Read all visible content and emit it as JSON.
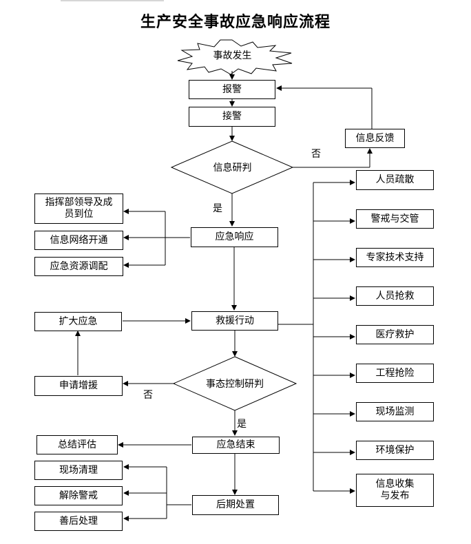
{
  "title": "生产安全事故应急响应流程",
  "nodes": {
    "accident": "事故发生",
    "alarm": "报警",
    "receive": "接警",
    "feedback": "信息反馈",
    "research": "信息研判",
    "response": "应急响应",
    "left_top": [
      "指挥部领导及成\n员到位",
      "信息网络开通",
      "应急资源调配"
    ],
    "expand": "扩大应急",
    "rescue": "救援行动",
    "request": "申请增援",
    "control": "事态控制研判",
    "end": "应急结束",
    "summary": "总结评估",
    "left_bottom": [
      "现场清理",
      "解除警戒",
      "善后处理"
    ],
    "aftermath": "后期处置",
    "right": [
      "人员疏散",
      "警戒与交管",
      "专家技术支持",
      "人员抢救",
      "医疗救护",
      "工程抢险",
      "现场监测",
      "环境保护",
      "信息收集\n与发布"
    ]
  },
  "labels": {
    "no1": "否",
    "yes1": "是",
    "no2": "否",
    "yes2": "是"
  }
}
